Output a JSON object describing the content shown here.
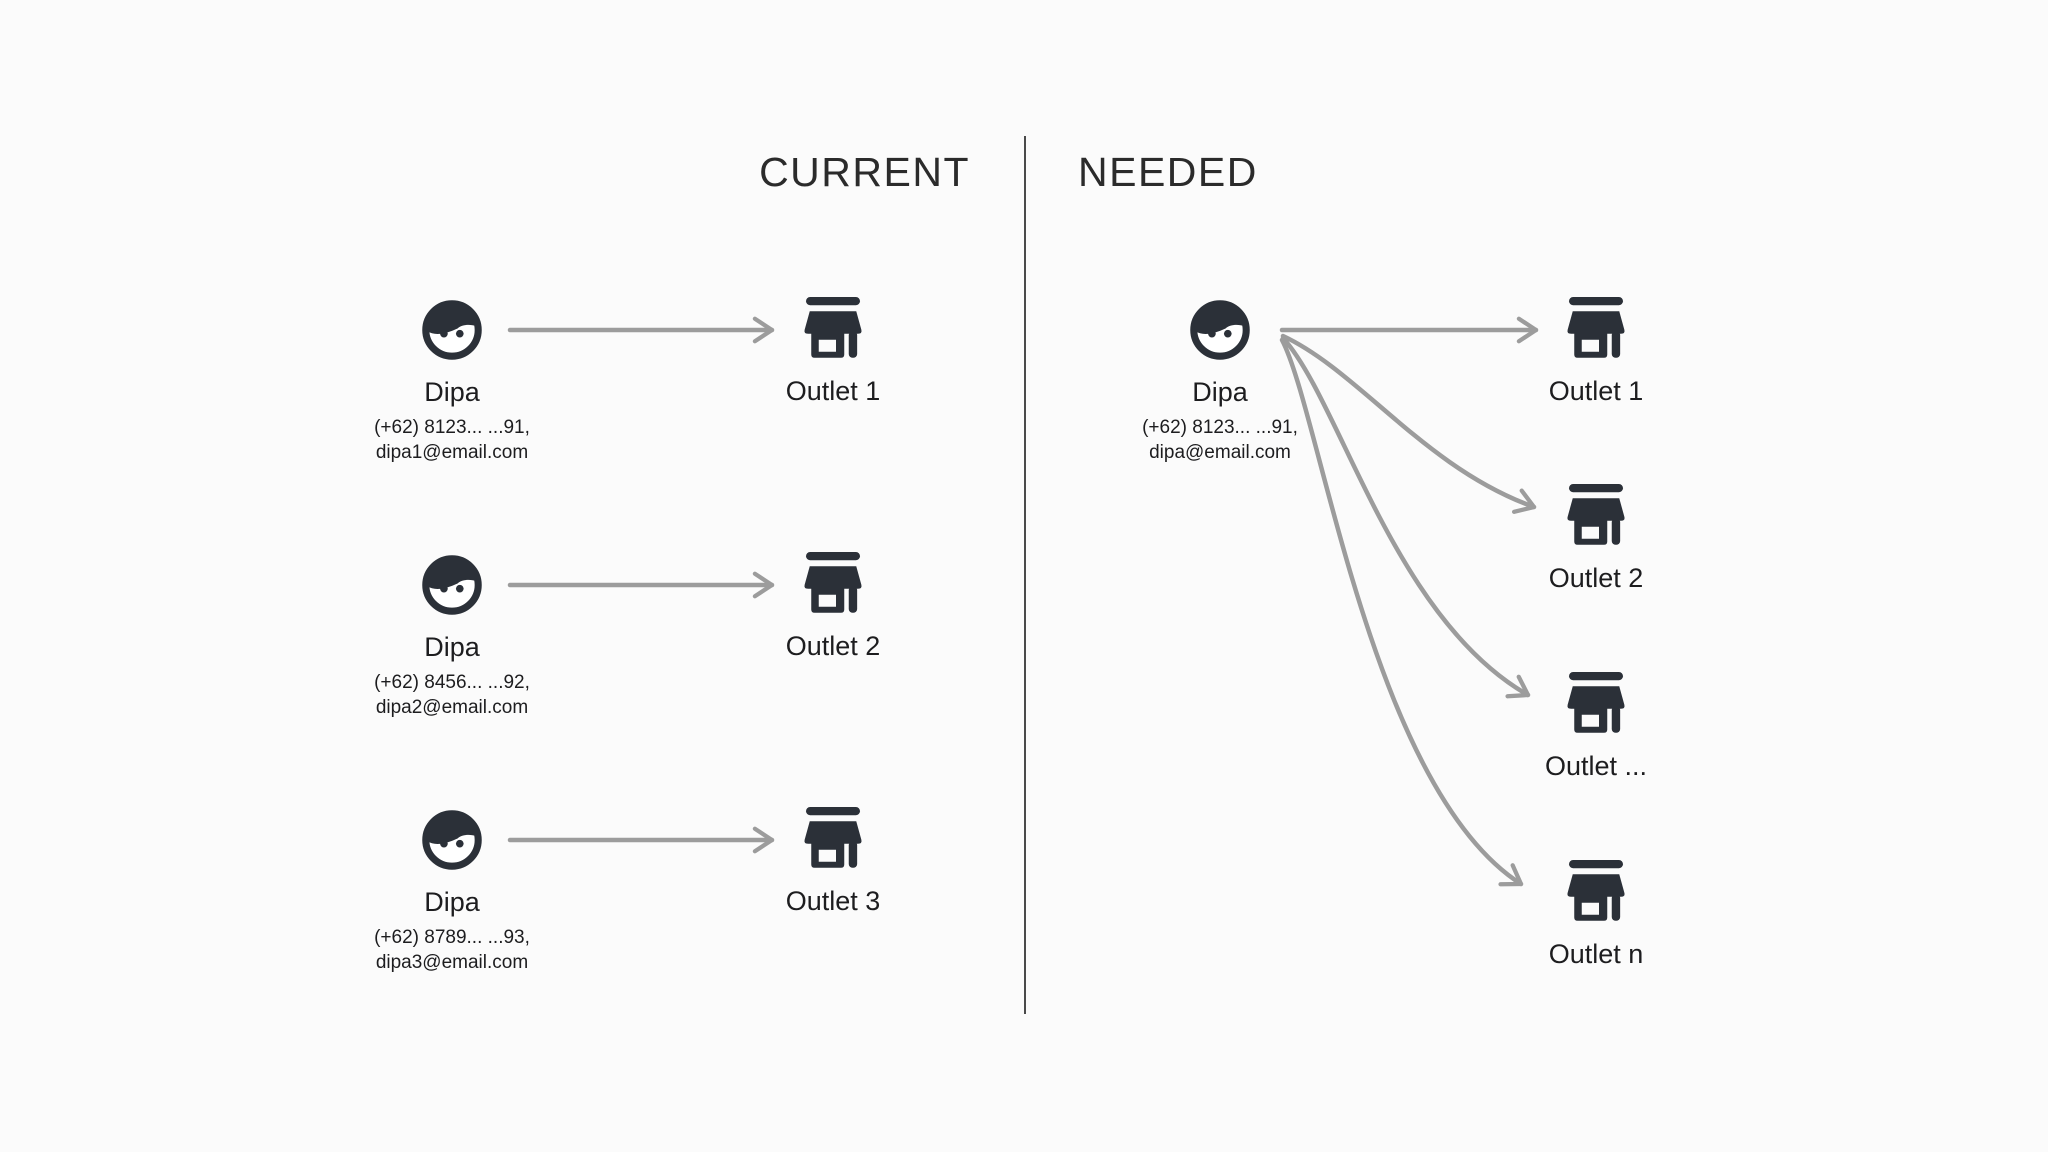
{
  "colors": {
    "background": "#fbfbfb",
    "icon": "#2b3038",
    "text": "#1d1d1f",
    "title": "#2b2b2b",
    "arrow": "#9c9c9c",
    "divider": "#4a4a4a"
  },
  "current": {
    "title": "CURRENT",
    "pairs": [
      {
        "person": {
          "name": "Dipa",
          "phone": "(+62) 8123... ...91,",
          "email": "dipa1@email.com"
        },
        "outlet": {
          "label": "Outlet 1"
        }
      },
      {
        "person": {
          "name": "Dipa",
          "phone": "(+62) 8456... ...92,",
          "email": "dipa2@email.com"
        },
        "outlet": {
          "label": "Outlet 2"
        }
      },
      {
        "person": {
          "name": "Dipa",
          "phone": "(+62) 8789... ...93,",
          "email": "dipa3@email.com"
        },
        "outlet": {
          "label": "Outlet 3"
        }
      }
    ]
  },
  "needed": {
    "title": "NEEDED",
    "person": {
      "name": "Dipa",
      "phone": "(+62) 8123... ...91,",
      "email": "dipa@email.com"
    },
    "outlets": [
      {
        "label": "Outlet 1"
      },
      {
        "label": "Outlet 2"
      },
      {
        "label": "Outlet ..."
      },
      {
        "label": "Outlet n"
      }
    ]
  }
}
